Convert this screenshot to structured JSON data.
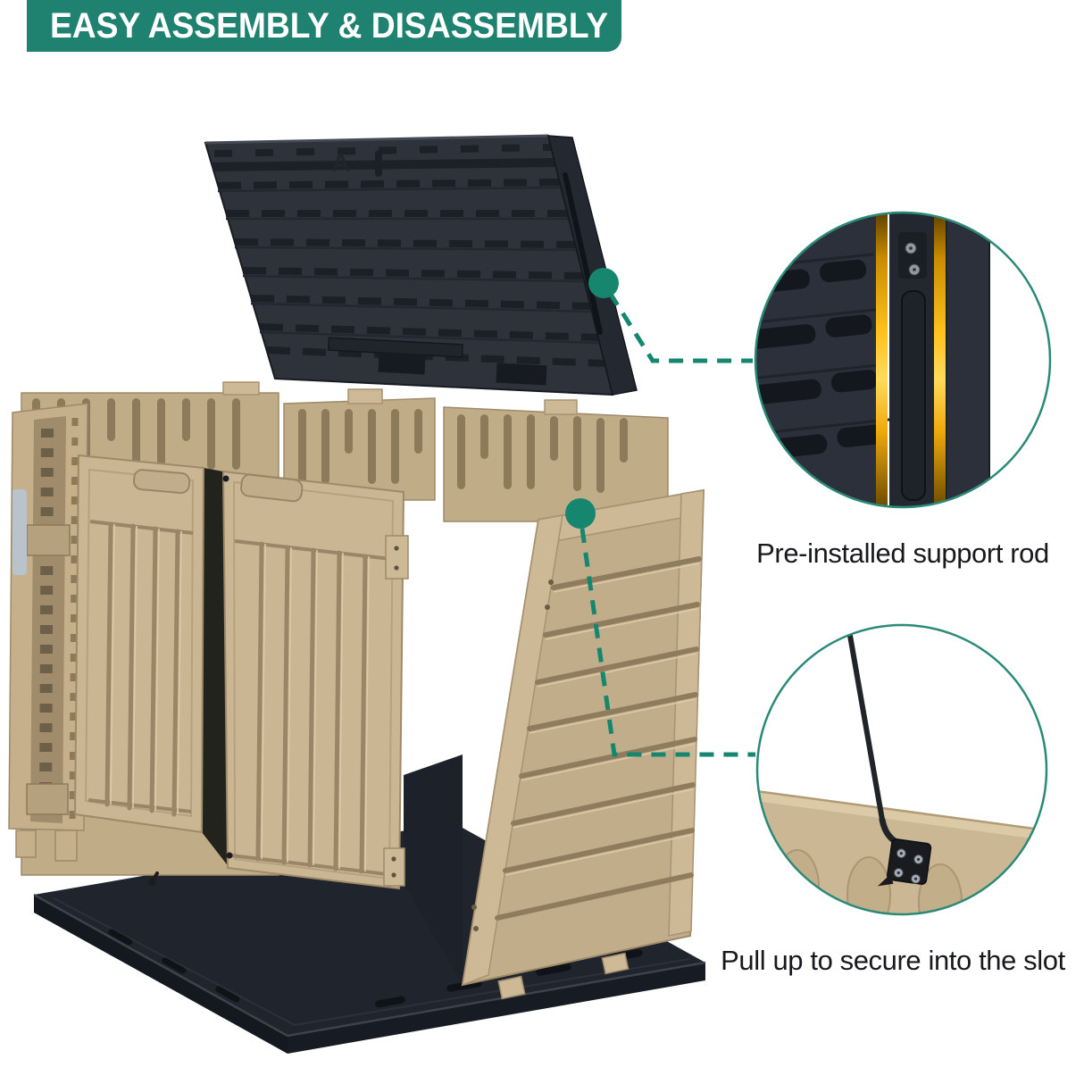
{
  "banner": {
    "title": "EASY ASSEMBLY & DISASSEMBLY",
    "background": "#1f8170",
    "text_color": "#ffffff"
  },
  "callouts": {
    "support_rod": {
      "label": "Pre-installed support rod"
    },
    "slot_secure": {
      "label": "Pull up to secure into the slot"
    }
  },
  "illustration": {
    "lid_marking": "A",
    "parts": [
      "lid panel",
      "back wall panels",
      "folded side panel",
      "left door",
      "right door",
      "side wall panel",
      "floor base panel"
    ],
    "detail_circles": [
      "lid support rod close-up",
      "rod slot bracket close-up"
    ]
  },
  "colors": {
    "accent_teal": "#1f8170",
    "connector_teal": "#17866f",
    "panel_tan": "#c6b08c",
    "panel_tan_shadow": "#94805f",
    "lid_charcoal": "#2d323b",
    "base_charcoal": "#20252d",
    "rod_highlight_amber": "#ffc21e",
    "caption_text": "#17191c"
  }
}
